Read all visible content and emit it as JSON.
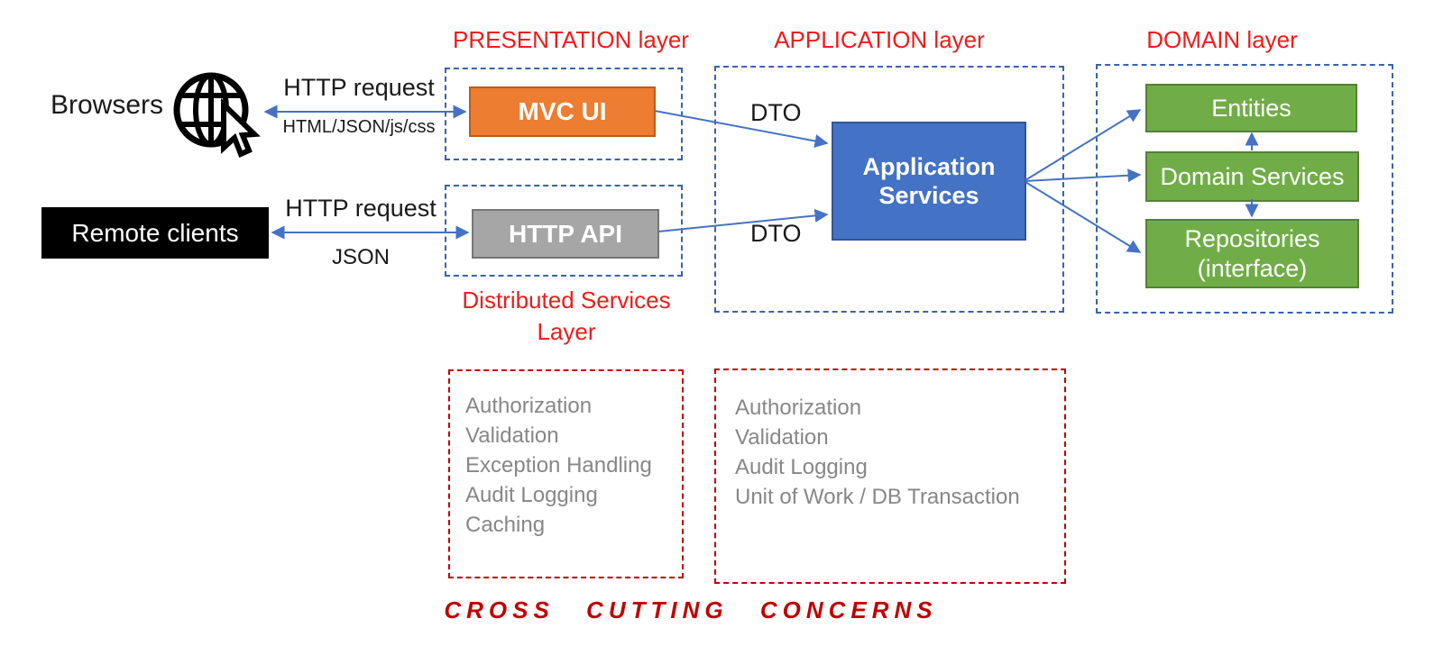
{
  "labels": {
    "presentation": "PRESENTATION layer",
    "application": "APPLICATION layer",
    "domain": "DOMAIN layer",
    "distributed_line1": "Distributed Services",
    "distributed_line2": "Layer",
    "cross_cutting": "CROSS CUTTING CONCERNS"
  },
  "left": {
    "browsers": "Browsers",
    "remote_clients": "Remote clients",
    "top_arrow_title": "HTTP request",
    "top_arrow_subtitle": "HTML/JSON/js/css",
    "bottom_arrow_title": "HTTP request",
    "bottom_arrow_subtitle": "JSON"
  },
  "nodes": {
    "mvc_ui": "MVC UI",
    "http_api": "HTTP API",
    "app_services_line1": "Application",
    "app_services_line2": "Services",
    "entities": "Entities",
    "domain_services": "Domain Services",
    "repositories_line1": "Repositories",
    "repositories_line2": "(interface)"
  },
  "dto": {
    "top": "DTO",
    "bottom": "DTO"
  },
  "concerns": {
    "distributed": [
      "Authorization",
      "Validation",
      "Exception Handling",
      "Audit Logging",
      "Caching"
    ],
    "application": [
      "Authorization",
      "Validation",
      "Audit Logging",
      "Unit of Work / DB Transaction"
    ]
  },
  "icons": {
    "globe": "globe-with-cursor-icon"
  },
  "colors": {
    "node_orange": "#ed7d31",
    "node_gray": "#a6a6a6",
    "node_blue": "#4472c4",
    "node_green": "#70ad47",
    "arrow_blue": "#4472c4",
    "dashed_blue": "#3a62ad",
    "dashed_red": "#c00000",
    "label_red": "#ee1c1c",
    "list_gray": "#878787"
  }
}
